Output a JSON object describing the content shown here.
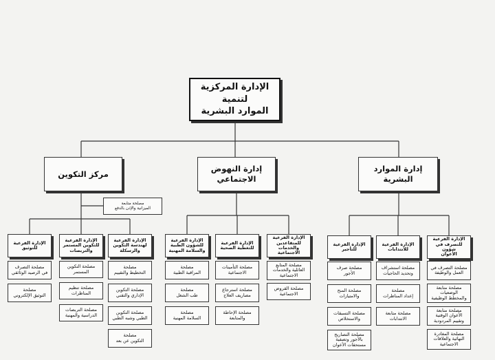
{
  "root": "الإدارة المركزية لتنمية\nالموارد البشرية",
  "departments": [
    {
      "title": "إدارة الموارد البشرية",
      "sub_units": [
        {
          "title": "الإدارة الفرعية\nللتصرف في شؤون\nالأعوان",
          "services": [
            "مصلحة التصرف في\nالعمل والوظيفة",
            "مصلحة متابعة\nالوضعيات\nوالمخطط الوظيفية",
            "مصلحة متابعة\nالأعوان الوقتية\nوتقييم المردودية",
            "مصلحة المغادرة\nالنهائية والعلاقات\nالاجتماعية"
          ]
        },
        {
          "title": "الإدارة الفرعية\nللانتدابات",
          "services": [
            "مصلحة استشراف\nوتحديد الحاجيات",
            "مصلحة\nإعداد المناظرات",
            "مصلحة متابعة\nالانتدابات"
          ]
        },
        {
          "title": "الإدارة الفرعية\nللتأجير",
          "services": [
            "مصلحة صرف\nالأجور",
            "مصلحة المنح\nوالامتيازات",
            "مصلحة التسبقات\nوالاستخلاص",
            "مصلحة التصاريح\nبالأجور وتصفية\nمستحقات الأعوان"
          ]
        }
      ]
    },
    {
      "title": "إدارة النهوض\nالاجتماعي",
      "sub_units": [
        {
          "title": "الإدارة الفرعية\nللمتقاعدين\nوالخدمات الاجتماعية",
          "services": [
            "مصلحة المتابع\nالعائلية والخدمات\nالاجتماعية",
            "مصلحة القروض\nالاجتماعية"
          ]
        },
        {
          "title": "الإدارة الفرعية\nللتغطية الصحية",
          "services": [
            "مصلحة التأمينات\nالاجتماعية",
            "مصلحة استرجاع\nمصاريف العلاج",
            "مصلحة الإحاطة\nوالمتابعة"
          ]
        },
        {
          "title": "الإدارة الفرعية\nللشؤون الطبية\nوالسلامة المهنية",
          "services": [
            "مصلحة\nالمراقبة الطبية",
            "مصلحة\nطب الشغل",
            "مصلحة\nالسلامة المهنية"
          ]
        }
      ]
    },
    {
      "title": "مركز التكوين",
      "note": "مصلحة متابعة\nالميزانية والإذن بالدفع",
      "sub_units": [
        {
          "title": "الإدارة الفرعية\nلهندسة التكوين\nوالرسكلة",
          "services": [
            "مصلحة\nالتخطيط والتقييم",
            "مصلحة التكوين\nالإداري والتقني",
            "مصلحة التكوين\nالطبي وشبه الطبي",
            "مصلحة\nالتكوين عن بعد"
          ]
        },
        {
          "title": "الإدارة الفرعية\nللتكوين المستمر\nوالتربصات",
          "services": [
            "مصلحة التكوين\nالمستمر",
            "مصلحة تنظيم\nالمناظرات",
            "مصلحة التربصات\nالدراسية والمهنية"
          ]
        },
        {
          "title": "الإدارة الفرعية\nللتوثيق",
          "services": [
            "مصلحة التصرف\nفي الرصيد الوثائقي",
            "مصلحة\nالتوثيق الإلكتروني"
          ]
        }
      ]
    }
  ]
}
